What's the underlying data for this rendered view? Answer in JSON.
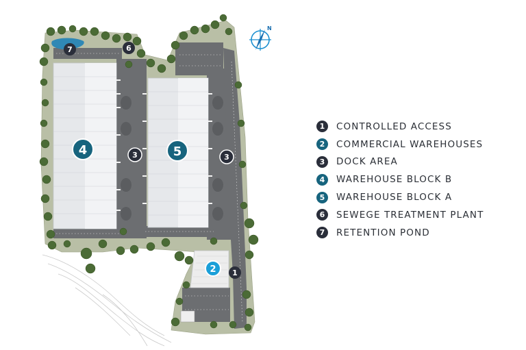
{
  "colors": {
    "dark_marker": "#2a2e3a",
    "teal_marker": "#17647e",
    "blue_marker": "#1a9fd8",
    "roof": "#e4e6e9",
    "asphalt": "#6c6e71",
    "tree": "#4b6b36",
    "pond": "#2f88b5"
  },
  "compass": {
    "label": "N",
    "icon": "compass-rose-icon"
  },
  "legend": {
    "items": [
      {
        "number": "1",
        "label": "CONTROLLED ACCESS",
        "color": "#2a2e3a"
      },
      {
        "number": "2",
        "label": "COMMERCIAL WAREHOUSES",
        "color": "#17647e"
      },
      {
        "number": "3",
        "label": "DOCK AREA",
        "color": "#2a2e3a"
      },
      {
        "number": "4",
        "label": "WAREHOUSE BLOCK B",
        "color": "#17647e"
      },
      {
        "number": "5",
        "label": "WAREHOUSE BLOCK A",
        "color": "#17647e"
      },
      {
        "number": "6",
        "label": "SEWEGE TREATMENT PLANT",
        "color": "#2a2e3a"
      },
      {
        "number": "7",
        "label": "RETENTION POND",
        "color": "#2a2e3a"
      }
    ]
  },
  "map_markers": [
    {
      "number": "7",
      "style": "dark"
    },
    {
      "number": "6",
      "style": "dark"
    },
    {
      "number": "4",
      "style": "teal"
    },
    {
      "number": "5",
      "style": "teal"
    },
    {
      "number": "3",
      "style": "dark-ring"
    },
    {
      "number": "3",
      "style": "dark-ring"
    },
    {
      "number": "2",
      "style": "blue"
    },
    {
      "number": "1",
      "style": "dark"
    }
  ]
}
